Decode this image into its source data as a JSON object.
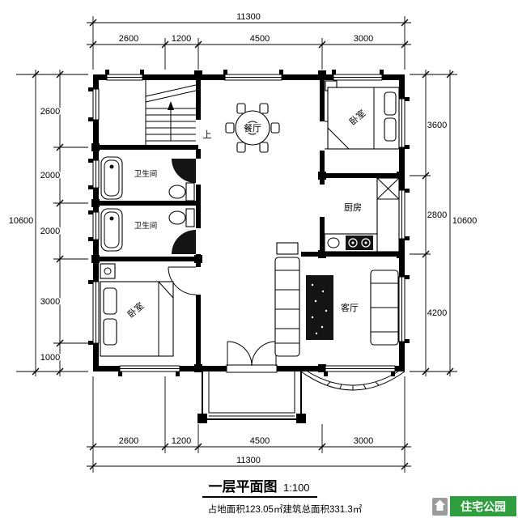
{
  "meta": {
    "title_caption": "一层平面图",
    "title_scale": "1:100",
    "subtitle": "占地面积123.05㎡建筑总面积331.3㎡",
    "watermark": "住宅公园"
  },
  "rooms": {
    "dining": "餐厅",
    "bedroom_top": "卧室",
    "bedroom_bottom": "卧室",
    "bathroom_upper": "卫生间",
    "bathroom_lower": "卫生间",
    "kitchen": "厨房",
    "living": "客厅",
    "stairs_up": "上"
  },
  "dimensions": {
    "top_total": "11300",
    "top_segments": [
      "2600",
      "1200",
      "4500",
      "3000"
    ],
    "left_total": "10600",
    "left_segments": [
      "2600",
      "2000",
      "2000",
      "3000",
      "1000"
    ],
    "right_total": "10600",
    "right_segments": [
      "3600",
      "2800",
      "4200"
    ],
    "bottom_total": "11300",
    "bottom_segments": [
      "2600",
      "1200",
      "4500",
      "3000"
    ]
  },
  "colors": {
    "wall": "#000000",
    "paper": "#ffffff",
    "watermark_green": "#2f9e3f"
  }
}
